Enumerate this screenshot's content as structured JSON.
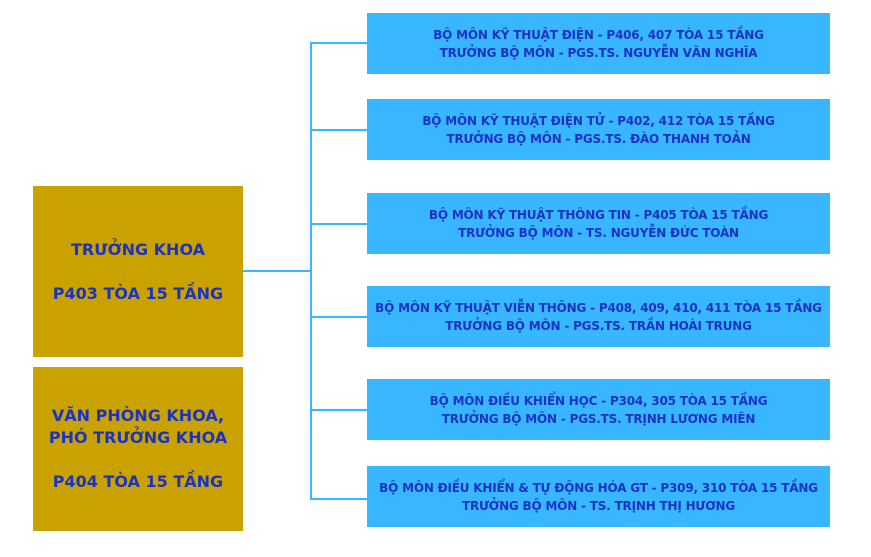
{
  "dean": {
    "title": "TRƯỞNG KHOA",
    "room": "P403 TÒA 15 TẦNG"
  },
  "office": {
    "line1": "VĂN PHÒNG KHOA,",
    "line2": "PHÓ TRƯỞNG KHOA",
    "room": "P404 TÒA 15 TẦNG"
  },
  "departments": [
    {
      "name": "BỘ MÔN KỸ THUẬT ĐIỆN - P406, 407 TÒA 15 TẦNG",
      "head": "TRƯỞNG BỘ MÔN - PGS.TS. NGUYỄN VĂN NGHĨA"
    },
    {
      "name": "BỘ MÔN KỸ THUẬT ĐIỆN TỬ - P402, 412 TÒA 15 TẦNG",
      "head": "TRƯỞNG BỘ MÔN - PGS.TS. ĐÀO THANH TOẢN"
    },
    {
      "name": "BỘ MÔN KỸ THUẬT THÔNG TIN - P405 TÒA 15 TẦNG",
      "head": "TRƯỞNG BỘ MÔN - TS. NGUYỄN ĐỨC TOÀN"
    },
    {
      "name": "BỘ MÔN KỸ THUẬT VIỄN THÔNG - P408, 409, 410, 411 TÒA 15 TẦNG",
      "head": "TRƯỞNG BỘ MÔN - PGS.TS. TRẦN HOÀI TRUNG"
    },
    {
      "name": "BỘ MÔN ĐIỀU KHIỂN HỌC - P304, 305 TÒA 15 TẦNG",
      "head": "TRƯỞNG BỘ MÔN - PGS.TS. TRỊNH LƯƠNG MIÊN"
    },
    {
      "name": "BỘ MÔN ĐIỀU KHIỂN & TỰ ĐỘNG HÓA GT -  P309, 310 TÒA 15 TẦNG",
      "head": "TRƯỞNG BỘ MÔN - TS. TRỊNH THỊ HƯƠNG"
    }
  ],
  "colors": {
    "dean_box": "#caa200",
    "dept_box": "#38b6ff",
    "text": "#1b33c4",
    "connector": "#38b6ff"
  }
}
